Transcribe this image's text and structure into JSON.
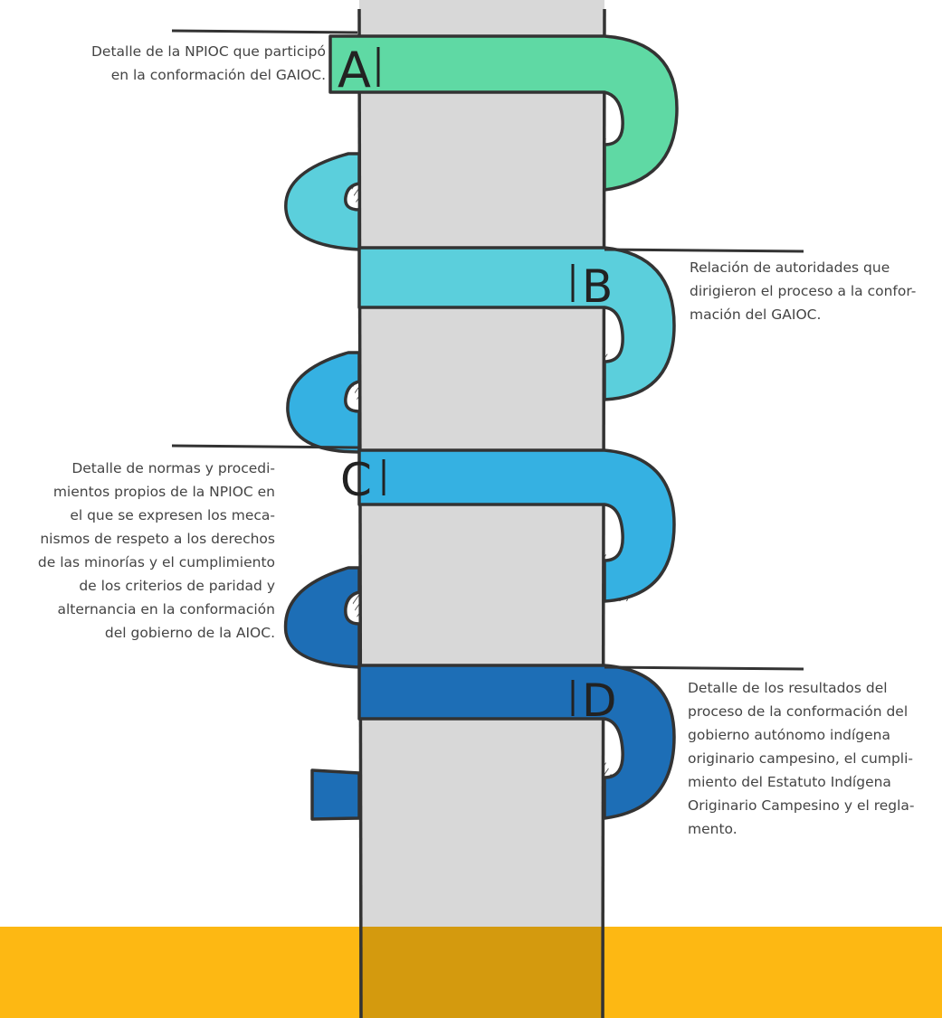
{
  "colors": {
    "pillar": "#d8d8d8",
    "outline": "#333333",
    "ground": "#fdb813",
    "ground_under_pillar": "#d49a0e",
    "band_a": "#5fd9a4",
    "band_b": "#5bcfdc",
    "band_c": "#35b1e2",
    "band_d": "#1d6eb6"
  },
  "steps": [
    {
      "letter": "A",
      "lines": [
        "Detalle de la NPIOC que participó",
        "en la conformación del GAIOC."
      ]
    },
    {
      "letter": "B",
      "lines": [
        "Relación de autoridades que",
        "dirigieron el proceso a la confor-",
        "mación del GAIOC."
      ]
    },
    {
      "letter": "C",
      "lines": [
        "Detalle de normas y procedi-",
        "mientos propios de la NPIOC en",
        "el que se expresen los meca-",
        "nismos de respeto a los derechos",
        "de las minorías y el cumplimiento",
        "de los criterios de paridad y",
        "alternancia en la conformación",
        "del gobierno de la AIOC."
      ]
    },
    {
      "letter": "D",
      "lines": [
        "Detalle de los resultados del",
        "proceso de la conformación del",
        "gobierno autónomo indígena",
        "originario campesino, el cumpli-",
        "miento del Estatuto Indígena",
        "Originario Campesino y el regla-",
        "mento."
      ]
    }
  ]
}
